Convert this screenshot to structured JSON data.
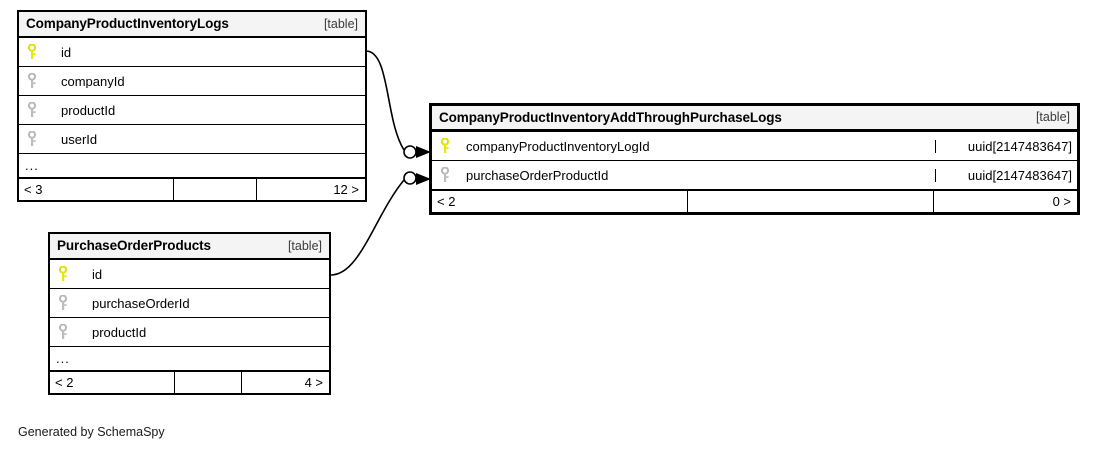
{
  "diagram": {
    "generator_credit": "Generated by SchemaSpy",
    "table_tag": "[table]",
    "ellipsis": "...",
    "icons": {
      "primary_key": "key-icon-primary",
      "foreign_key": "key-icon-foreign",
      "relationship": "relationship-connector"
    },
    "colors": {
      "primary_key": "#e8e800",
      "foreign_key": "#b3b3b3",
      "header_background": "#f4f4f4",
      "border": "#000000",
      "background": "#ffffff",
      "text": "#000000"
    }
  },
  "tables": [
    {
      "id": "company-product-inventory-logs",
      "name": "CompanyProductInventoryLogs",
      "tag": "[table]",
      "columns": [
        {
          "name": "id",
          "key": "primary",
          "type": ""
        },
        {
          "name": "companyId",
          "key": "foreign",
          "type": ""
        },
        {
          "name": "productId",
          "key": "foreign",
          "type": ""
        },
        {
          "name": "userId",
          "key": "foreign",
          "type": ""
        }
      ],
      "has_ellipsis": true,
      "footer": {
        "left": "< 3",
        "middle": "",
        "right": "12 >"
      }
    },
    {
      "id": "company-product-inventory-add-through-purchase-logs",
      "name": "CompanyProductInventoryAddThroughPurchaseLogs",
      "tag": "[table]",
      "columns": [
        {
          "name": "companyProductInventoryLogId",
          "key": "primary",
          "type": "uuid[2147483647]"
        },
        {
          "name": "purchaseOrderProductId",
          "key": "foreign",
          "type": "uuid[2147483647]"
        }
      ],
      "has_ellipsis": false,
      "footer": {
        "left": "< 2",
        "middle": "",
        "right": "0 >"
      }
    },
    {
      "id": "purchase-order-products",
      "name": "PurchaseOrderProducts",
      "tag": "[table]",
      "columns": [
        {
          "name": "id",
          "key": "primary",
          "type": ""
        },
        {
          "name": "purchaseOrderId",
          "key": "foreign",
          "type": ""
        },
        {
          "name": "productId",
          "key": "foreign",
          "type": ""
        }
      ],
      "has_ellipsis": true,
      "footer": {
        "left": "< 2",
        "middle": "",
        "right": "4 >"
      }
    }
  ],
  "relationships": [
    {
      "id": "rel-logs-to-addthrough",
      "from_table": "CompanyProductInventoryLogs",
      "from_column": "id",
      "to_table": "CompanyProductInventoryAddThroughPurchaseLogs",
      "to_column": "companyProductInventoryLogId",
      "from_cardinality": "one",
      "to_cardinality": "many"
    },
    {
      "id": "rel-purchaseorderproducts-to-addthrough",
      "from_table": "PurchaseOrderProducts",
      "from_column": "id",
      "to_table": "CompanyProductInventoryAddThroughPurchaseLogs",
      "to_column": "purchaseOrderProductId",
      "from_cardinality": "one",
      "to_cardinality": "many"
    }
  ]
}
